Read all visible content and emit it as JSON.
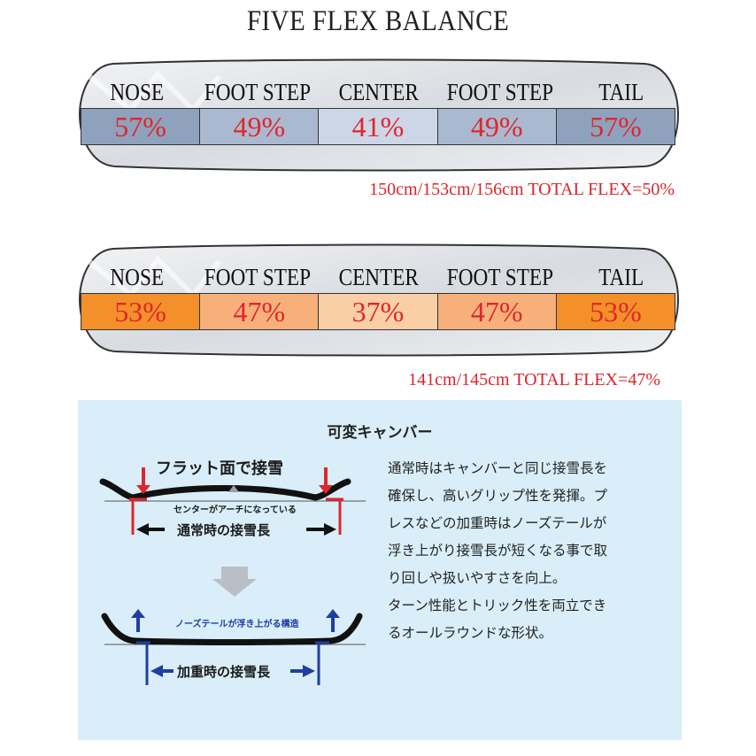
{
  "title": "FIVE FLEX BALANCE",
  "colors": {
    "red_text": "#e0262c",
    "blue_cell_dark": "#8ea2bd",
    "blue_cell_light": "#aab9cf",
    "blue_cell_center": "#cdd6e6",
    "orange_dark": "#f3902a",
    "orange_mid": "#f7b07a",
    "orange_light": "#fbcfa5",
    "panel_bg": "#d9eef8",
    "arrow_red": "#e0262c",
    "arrow_blue": "#1f3fa0"
  },
  "boards": [
    {
      "labels": [
        "NOSE",
        "FOOT STEP",
        "CENTER",
        "FOOT STEP",
        "TAIL"
      ],
      "values": [
        "57%",
        "49%",
        "41%",
        "49%",
        "57%"
      ],
      "total": "150cm/153cm/156cm TOTAL FLEX=50%"
    },
    {
      "labels": [
        "NOSE",
        "FOOT STEP",
        "CENTER",
        "FOOT STEP",
        "TAIL"
      ],
      "values": [
        "53%",
        "47%",
        "37%",
        "47%",
        "53%"
      ],
      "total": "141cm/145cm TOTAL FLEX=47%"
    }
  ],
  "camber": {
    "title": "可変キャンバー",
    "flat_label": "フラット面で接雪",
    "center_arch": "センターがアーチになっている",
    "normal_contact": "通常時の接雪長",
    "nose_tail_lift": "ノーズテールが浮き上がる構造",
    "loaded_contact": "加重時の接雪長",
    "description": [
      "通常時はキャンバーと同じ接雪長を",
      "確保し、高いグリップ性を発揮。プ",
      "レスなどの加重時はノーズテールが",
      "浮き上がり接雪長が短くなる事で取",
      "り回しや扱いやすさを向上。",
      "ターン性能とトリック性を両立でき",
      "るオールラウンドな形状。"
    ]
  }
}
